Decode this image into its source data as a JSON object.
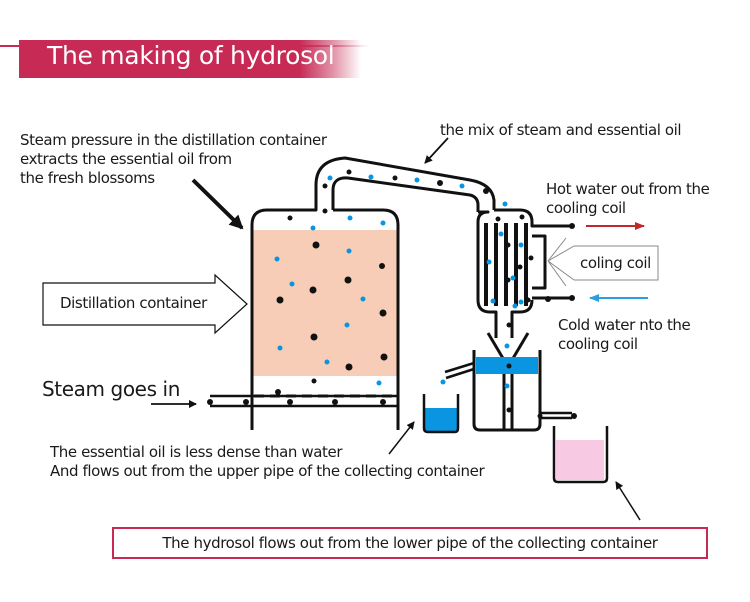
{
  "title": "The making of hydrosol",
  "colors": {
    "accent": "#c72a55",
    "steam_fill": "#f8cdb8",
    "oil_blue": "#0a95e0",
    "hydrosol_pink": "#f7c9e3",
    "hot_arrow": "#c1272d",
    "cold_arrow": "#2a9fde",
    "particle_black": "#111111"
  },
  "labels": {
    "steam_pressure": [
      "Steam pressure in the distillation container",
      "extracts the essential oil from",
      "the fresh blossoms"
    ],
    "mix": "the mix of steam and essential oil",
    "hot_water": [
      "Hot water out from the",
      "cooling coil"
    ],
    "cooling_coil": "coling coil",
    "cold_water": [
      "Cold water nto the",
      "cooling coil"
    ],
    "distillation_container": "Distillation container",
    "steam_in": "Steam goes in",
    "oil_note": [
      "The essential oil is less dense than water",
      "And flows out from the upper pipe of the collecting container"
    ],
    "hydrosol_note": "The hydrosol flows out from the lower pipe of the collecting container"
  },
  "icons": {
    "hot_water_arrow": "arrow-right-icon",
    "cold_water_arrow": "arrow-left-icon",
    "pointer_arrows": "arrow-icon"
  }
}
